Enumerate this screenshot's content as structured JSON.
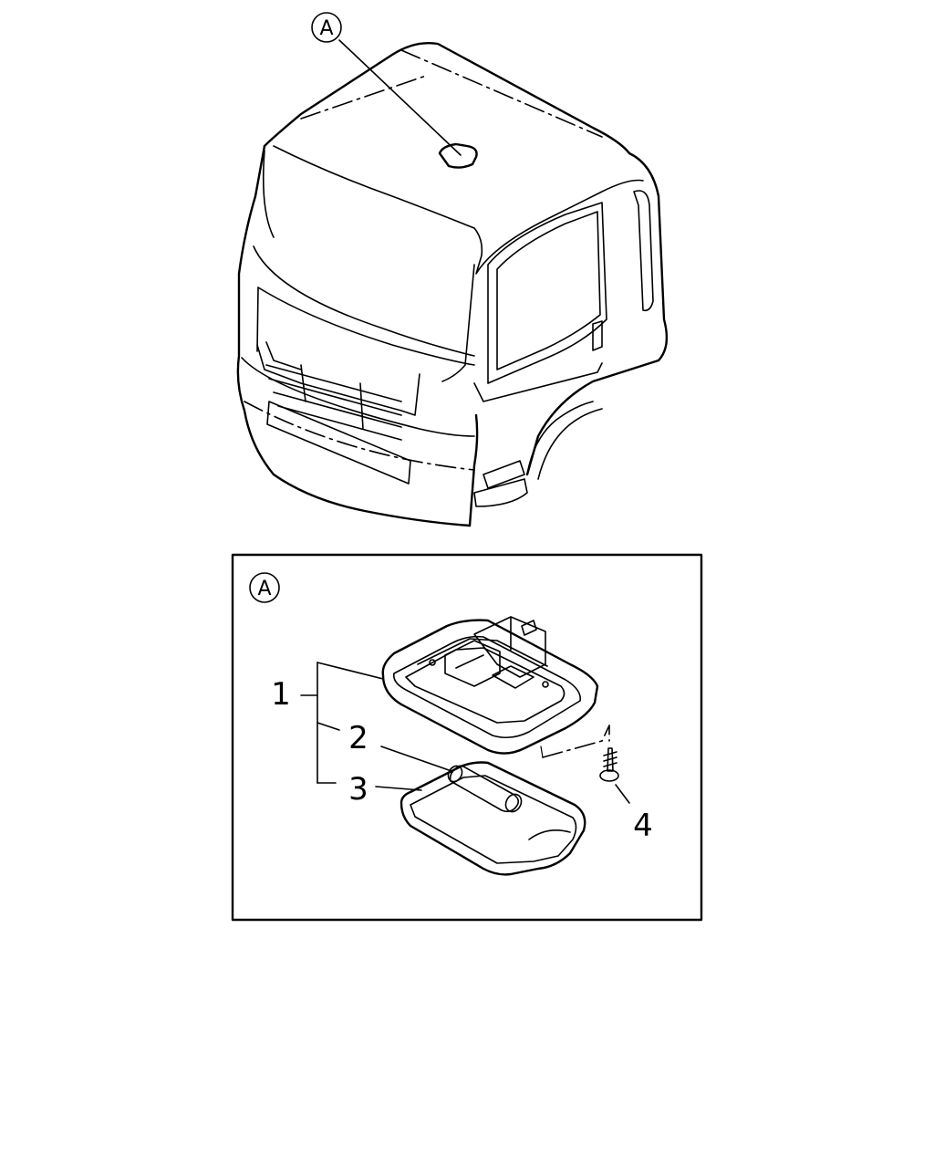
{
  "cab_callout": {
    "label": "A"
  },
  "detail": {
    "callout": {
      "label": "A"
    },
    "parts": [
      {
        "id": "1",
        "name": "lamp-housing"
      },
      {
        "id": "2",
        "name": "bulb"
      },
      {
        "id": "3",
        "name": "lens-cover"
      },
      {
        "id": "4",
        "name": "screw"
      }
    ]
  }
}
